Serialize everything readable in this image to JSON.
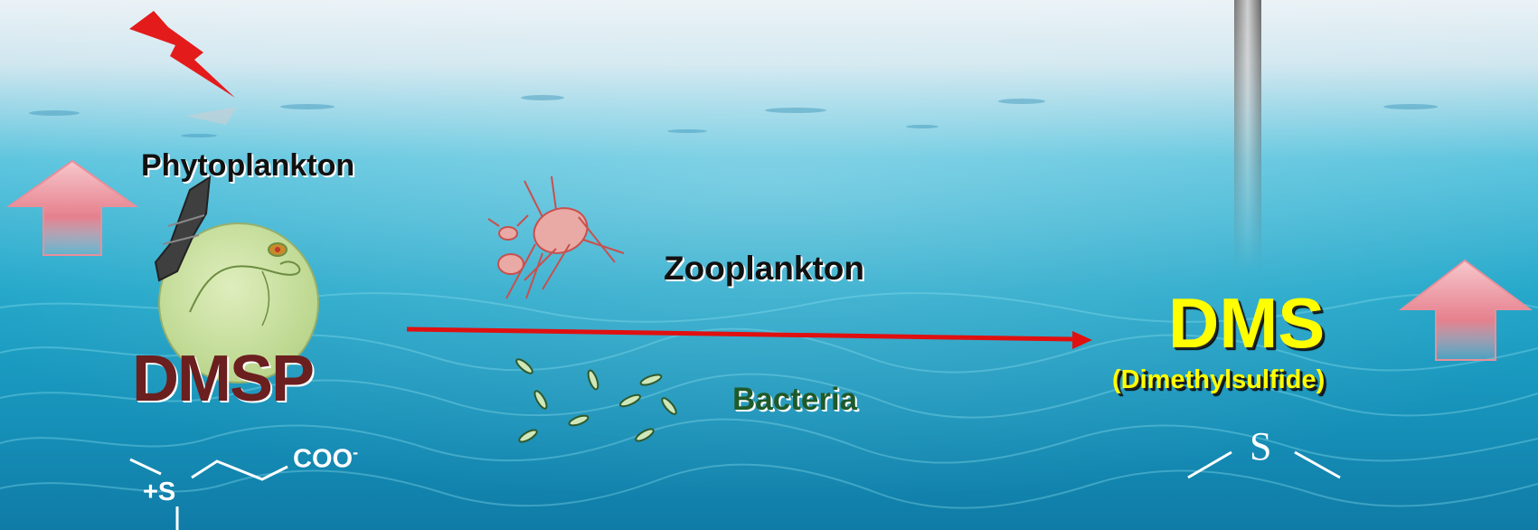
{
  "labels": {
    "phytoplankton": "Phytoplankton",
    "zooplankton": "Zooplankton",
    "bacteria": "Bacteria",
    "dmsp": "DMSP",
    "dms": "DMS",
    "dms_full": "(Dimethylsulfide)"
  },
  "dmsp_structure": {
    "sulfur": "+S",
    "carboxyl": "COO",
    "charge": "-"
  },
  "dms_structure": {
    "sulfur": "S"
  },
  "colors": {
    "dmsp": "#6b1f1f",
    "dms": "#ffff00",
    "bacteria": "#1f5a2a",
    "main_arrow": "#e01010",
    "up_arrow": "#f3a6ad",
    "lightning": "#e41b1b",
    "cell": "#cfe3a6"
  },
  "icons": [
    "lightning-icon",
    "up-arrow-icon",
    "phytoplankton-cell-icon",
    "zooplankton-icon",
    "bacteria-icon",
    "reaction-arrow-icon"
  ]
}
